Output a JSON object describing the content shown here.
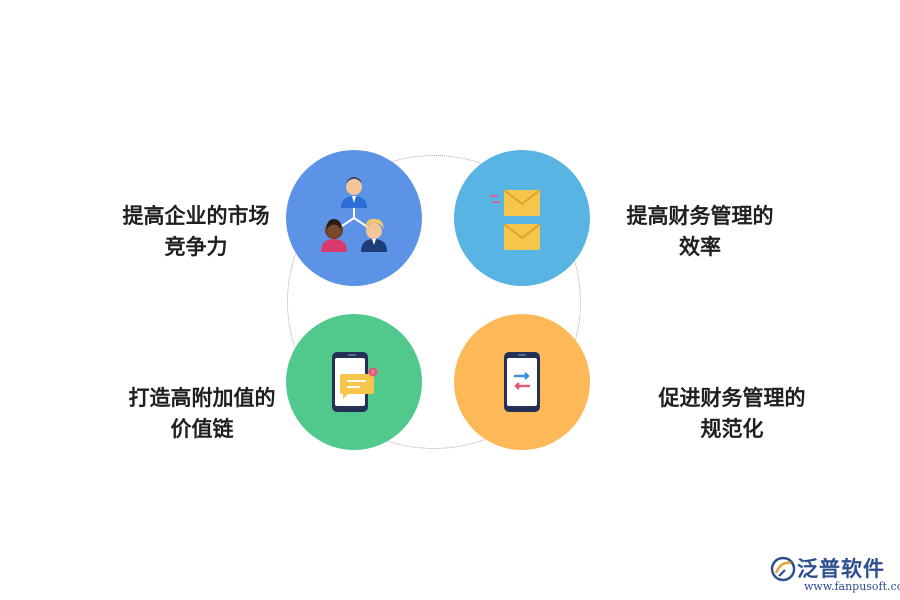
{
  "diagram": {
    "items": [
      {
        "lines": [
          "提高企业的市场",
          "竞争力"
        ],
        "icon": "people-network-icon",
        "color": "#5d93e6"
      },
      {
        "lines": [
          "提高财务管理的",
          "效率"
        ],
        "icon": "envelopes-icon",
        "color": "#57b4e3"
      },
      {
        "lines": [
          "打造高附加值的",
          "价值链"
        ],
        "icon": "phone-message-icon",
        "color": "#51c98c"
      },
      {
        "lines": [
          "促进财务管理的",
          "规范化"
        ],
        "icon": "phone-transfer-icon",
        "color": "#fdb857"
      }
    ]
  },
  "logo": {
    "name": "泛普软件",
    "url": "www.fanpusoft.com"
  }
}
